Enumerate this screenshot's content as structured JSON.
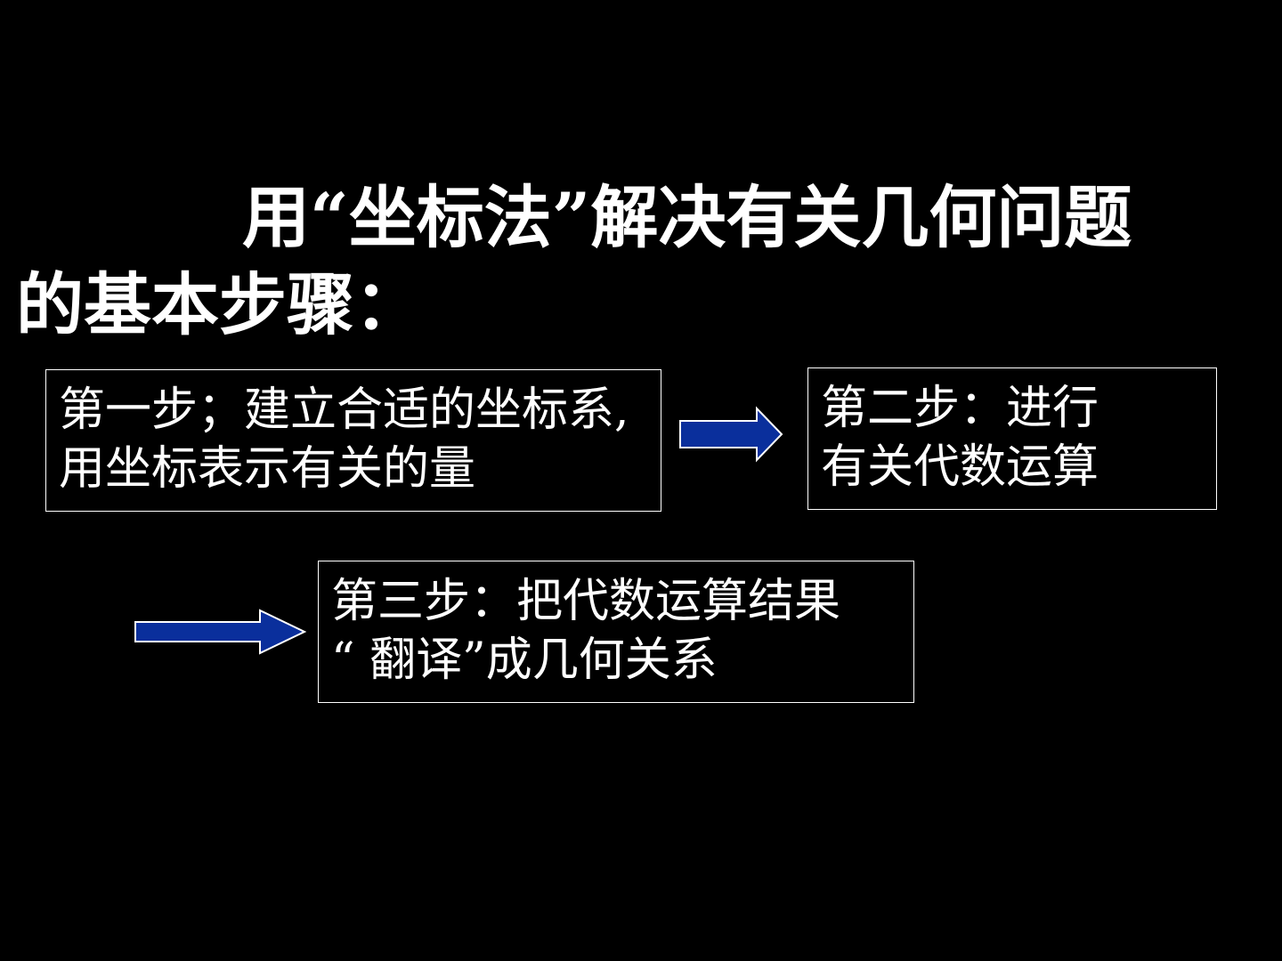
{
  "title": {
    "line1": "用“坐标法”解决有关几何问题",
    "line2": "的基本步骤："
  },
  "steps": [
    {
      "line1": "第一步；建立合适的坐标系,",
      "line2": "用坐标表示有关的量"
    },
    {
      "line1": "第二步：进行",
      "line2": "有关代数运算"
    },
    {
      "line1": "第三步：把代数运算结果",
      "line2": "“ 翻译”成几何关系"
    }
  ],
  "colors": {
    "background": "#000000",
    "text": "#ffffff",
    "arrow_fill": "#0a2f9c",
    "arrow_stroke": "#ffffff"
  },
  "icons": [
    "right-arrow-icon",
    "right-arrow-icon"
  ]
}
